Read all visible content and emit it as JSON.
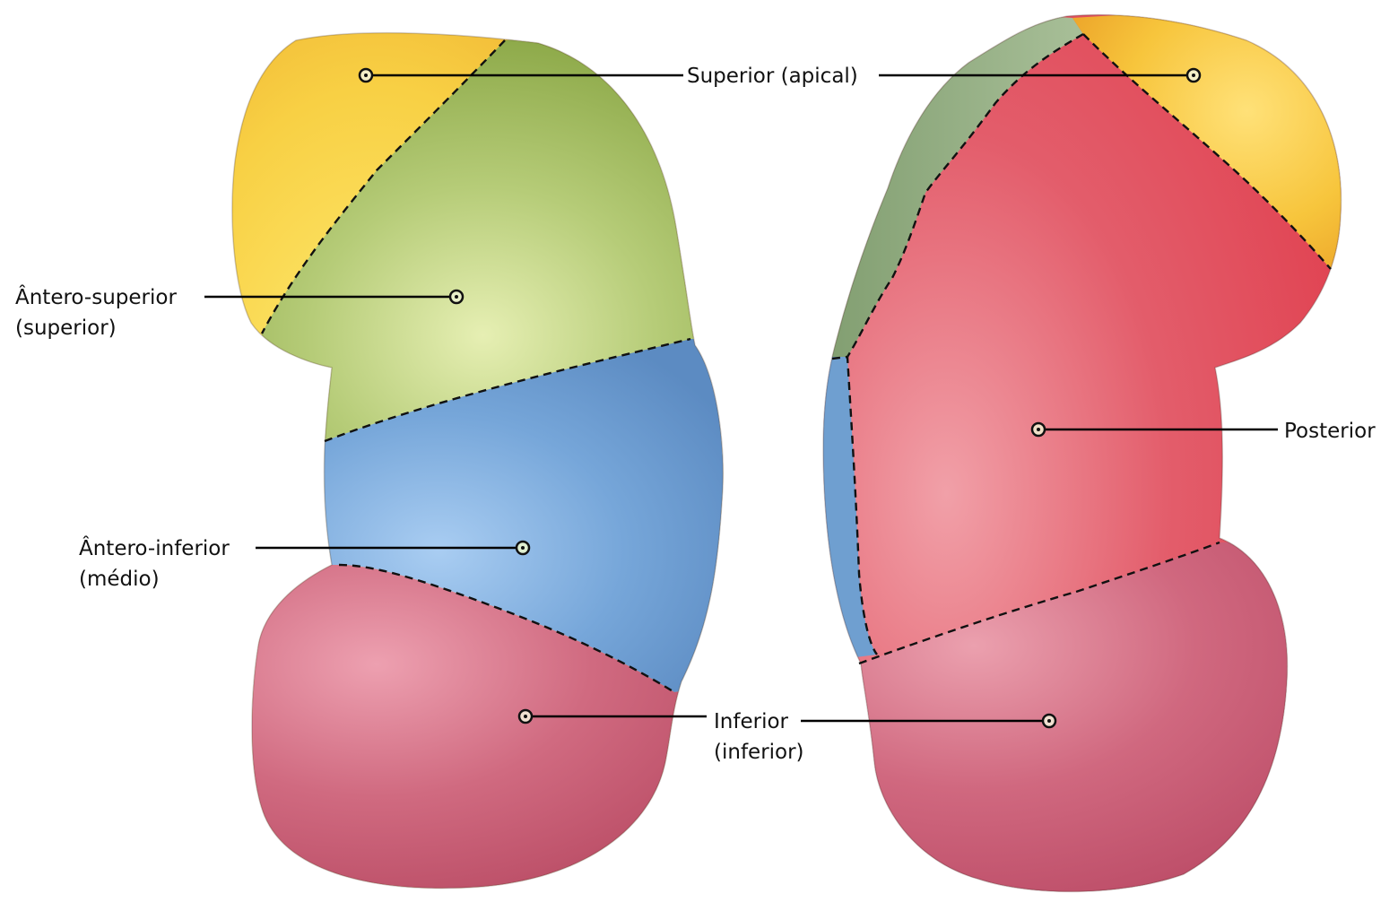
{
  "colors": {
    "superior": "#f7c93a",
    "antero_superior": "#a3bd62",
    "antero_inferior": "#6d9fd4",
    "inferior": "#c95a73",
    "posterior": "#e14f5f",
    "posterior_edge_green": "#8aa87a"
  },
  "labels": {
    "superior": "Superior (apical)",
    "antero_superior_l1": "Ântero-superior",
    "antero_superior_l2": "(superior)",
    "antero_inferior_l1": "Ântero-inferior",
    "antero_inferior_l2": "(médio)",
    "inferior_l1": "Inferior",
    "inferior_l2": "(inferior)",
    "posterior": "Posterior"
  }
}
